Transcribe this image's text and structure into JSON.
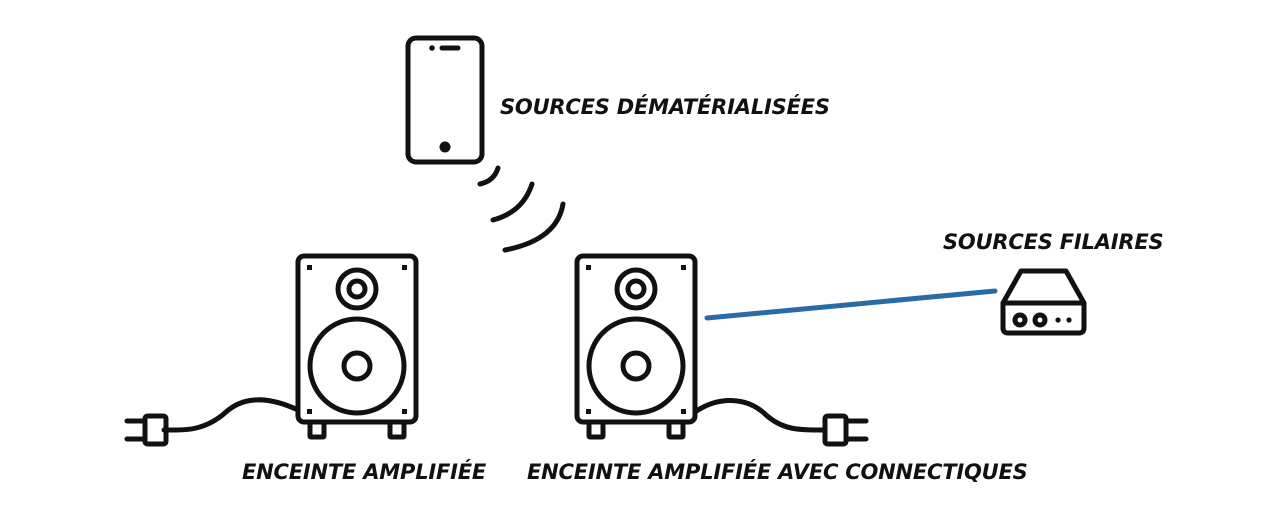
{
  "labels": {
    "dematerialized_sources": "SOURCES DÉMATÉRIALISÉES",
    "wired_sources": "SOURCES FILAIRES",
    "powered_speaker": "ENCEINTE AMPLIFIÉE",
    "powered_speaker_connectivity": "ENCEINTE AMPLIFIÉE AVEC CONNECTIQUES"
  },
  "colors": {
    "outline": "#111111",
    "wired_link": "#2a6aa6"
  },
  "icons": [
    "smartphone-icon",
    "wifi-waves-icon",
    "speaker-icon",
    "power-plug-icon",
    "amplifier-icon"
  ]
}
